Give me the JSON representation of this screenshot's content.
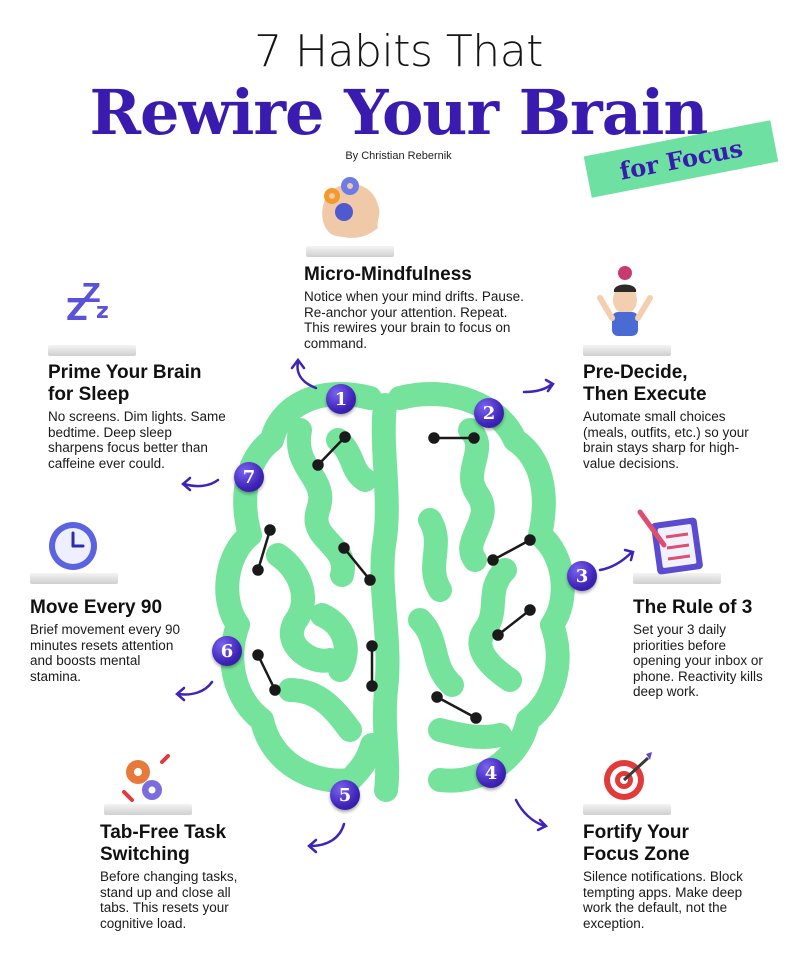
{
  "header": {
    "title_line1": "7 Habits That",
    "title_line2": "Rewire Your Brain",
    "byline": "By Christian Rebernik",
    "badge": "for Focus"
  },
  "colors": {
    "purple": "#3a1bb0",
    "brain_green": "#76e39c",
    "badge_green": "#6ee0a2",
    "number_purple": "#4a2fc4"
  },
  "habits": [
    {
      "number": "1",
      "title": "Micro-Mindfulness",
      "body": "Notice when your mind drifts. Pause. Re-anchor your attention. Repeat. This rewires your brain to focus on command.",
      "icon": "head-gears-icon"
    },
    {
      "number": "2",
      "title": "Pre-Decide, Then Execute",
      "body": "Automate small choices (meals, outfits, etc.) so your brain stays sharp for high-value decisions.",
      "icon": "meditating-person-icon"
    },
    {
      "number": "3",
      "title": "The Rule of 3",
      "body": "Set your 3 daily priorities before opening your inbox or phone. Reactivity kills deep work.",
      "icon": "checklist-clipboard-icon"
    },
    {
      "number": "4",
      "title": "Fortify Your Focus Zone",
      "body": "Silence notifications. Block tempting apps. Make deep work the default, not the exception.",
      "icon": "target-dart-icon"
    },
    {
      "number": "5",
      "title": "Tab-Free Task Switching",
      "body": "Before changing tasks, stand up and close all tabs. This resets your cognitive load.",
      "icon": "gears-arrows-icon"
    },
    {
      "number": "6",
      "title": "Move Every 90",
      "body": "Brief movement every 90 minutes resets attention and boosts mental stamina.",
      "icon": "clock-icon"
    },
    {
      "number": "7",
      "title": "Prime Your Brain for Sleep",
      "body": "No screens. Dim lights. Same bedtime. Deep sleep sharpens focus better than caffeine ever could.",
      "icon": "sleep-zzz-icon"
    }
  ]
}
